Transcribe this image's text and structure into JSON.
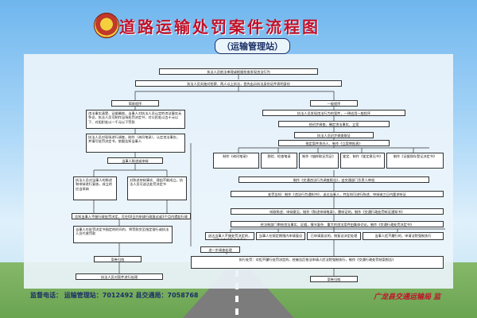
{
  "header": {
    "title": "道路运输处罚案件流程图",
    "subtitle": "（运输管理站）"
  },
  "flow": {
    "b1": "执法人员依法审理或根据检查发现违法行为",
    "b2": "执法人员实施对检察、两人以上执法，首先出示执法身份证件表明身份",
    "simple_head": "简易程序",
    "general_head": "一般程序",
    "b3": "违法事实清楚、证据确凿，当事人对执法人员认定的违法事实无争议，执法人员可制作当场处罚决定书，对公民处以五十元以下、对组织处以一千元以下罚款",
    "b4": "执法人员对现场进行调查，制作（询问笔录），认定违法事实，并填写处罚决定书，依据告知当事人",
    "b5": "当事人陈述或申辩",
    "b6": "执法人员对当事人的陈述和申辩进行复核，成立的应当采纳",
    "b7": "对陈述申辩事实、理由不能成立，执法人员可送达处罚决定书",
    "b8": "告知当事人不服行政处罚决定，可在60日内申请行政复议或3个月内提起行政诉讼",
    "b9": "当事人在处罚决定书指定的时间内、将罚款交至指定银行或执法人员代收罚款",
    "b10": "案卷归档",
    "b11": "执法人员对案件进行处理",
    "g1": "执法人员发现违法行为的案件，一律适用一般程序",
    "g2": "经初步调查，确定违法事实、立案",
    "g3": "执法人员初步调查取证",
    "g4": "指定案件承办人、制作《立案审批表》",
    "ev1": "制作《询问笔录》",
    "ev2": "勘验、检查笔录",
    "ev3": "制作《抽样取证凭证》",
    "ev4": "鉴定、制作《鉴定意见书》",
    "ev5": "制作《证据保存登记决定书》",
    "g5": "制作《交通违法行为调查报告》，由交通部门负责人审批",
    "g6": "处罚告知：制作《违法行为通知书》，送达当事人，并告知可进行陈述、申辩或三日内要求听证",
    "g7": "听取陈述、申辩意见，制作《陈述申辩笔录》，需听证的，制作《交通行政处罚听证通知书》",
    "g8": "经法制部门审核违法事实、证据，情节复杂、重大的违法案件由集体讨论，制作《交通行政处罚决定书》",
    "r1": "送达当事人不服处罚决定的，可依法申请复议或诉讼",
    "r2": "当事人在规定期限内申请复议",
    "r3": "已申请复议的，按复议决定处理",
    "r4": "当事人拒不履行的，申请法院强制执行",
    "g9": "执行处罚：对拒不履行处罚决定的，经催告后依法申请人民法院强制执行，制作《交通行政处罚结案报告》",
    "g10": "案卷归档",
    "g11": "进一步调查处理",
    "b12": "执法人员对案件进行处理"
  },
  "footer": {
    "left": "监督电话： 运输管理站：7012492  县交通局：7058768",
    "right": "广龙县交通运输局 监"
  }
}
